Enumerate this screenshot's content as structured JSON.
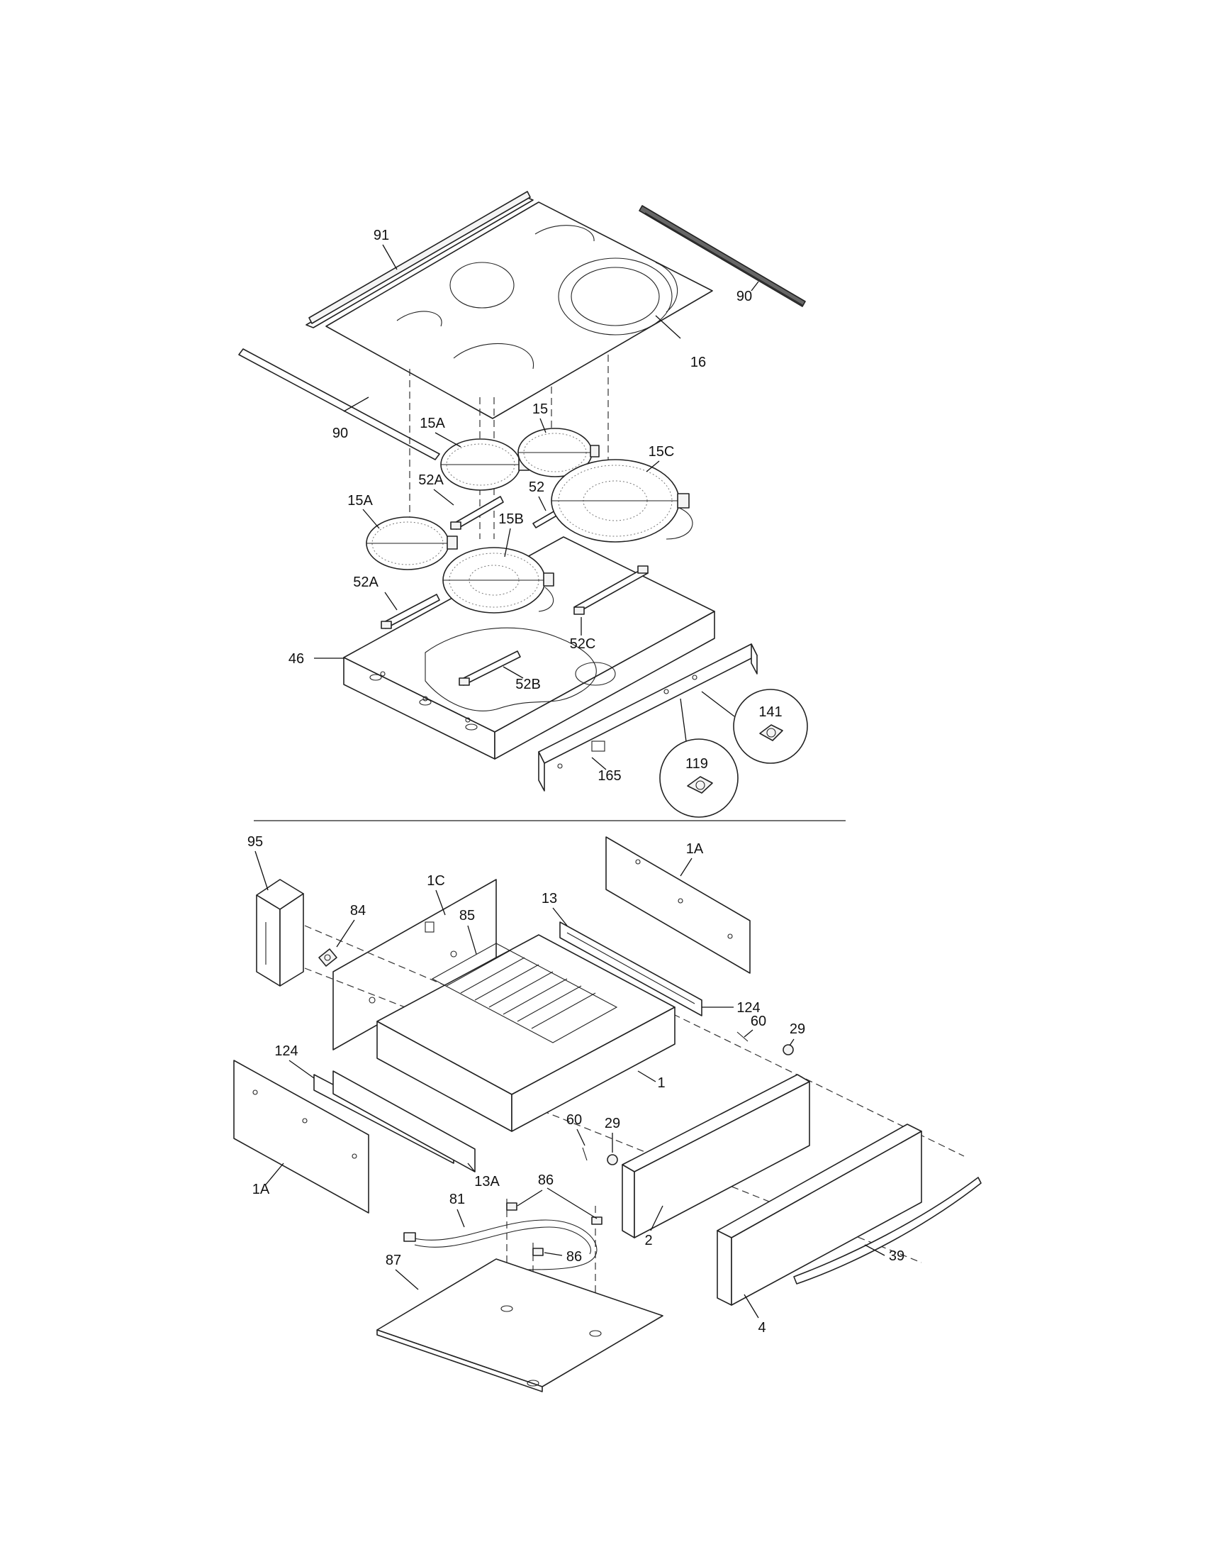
{
  "callouts": {
    "91": "91",
    "90_right": "90",
    "16": "16",
    "90_left": "90",
    "15A_top": "15A",
    "15": "15",
    "15C": "15C",
    "52A_top": "52A",
    "52": "52",
    "15A_left": "15A",
    "15B": "15B",
    "52A_left": "52A",
    "52C": "52C",
    "46": "46",
    "52B": "52B",
    "141": "141",
    "119": "119",
    "165": "165",
    "95": "95",
    "1C": "1C",
    "84": "84",
    "85": "85",
    "13": "13",
    "1A_top": "1A",
    "124_right": "124",
    "60_right": "60",
    "29_right": "29",
    "124_left": "124",
    "1": "1",
    "60_mid": "60",
    "29_mid": "29",
    "1A_bottom": "1A",
    "13A": "13A",
    "86_top": "86",
    "81": "81",
    "86_mid": "86",
    "87": "87",
    "2": "2",
    "39": "39",
    "4": "4"
  }
}
